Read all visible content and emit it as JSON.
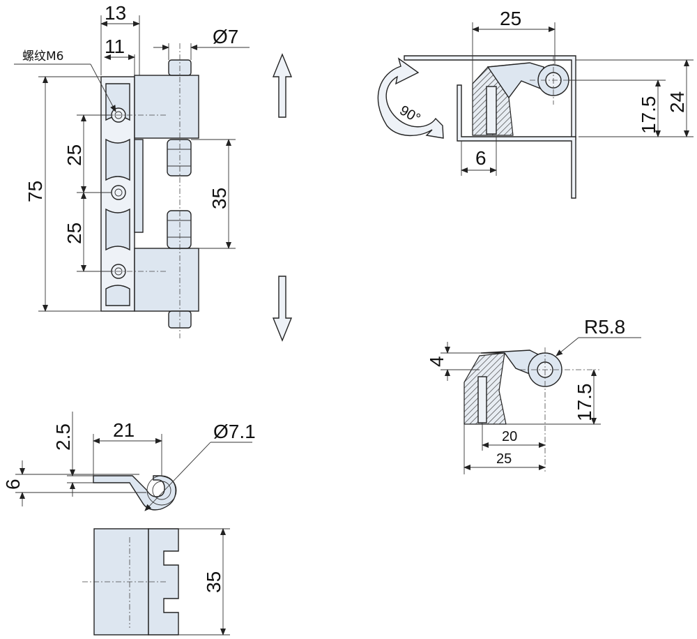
{
  "front_view": {
    "thread_note": "螺纹M6",
    "dim_13": "13",
    "dim_11": "11",
    "dim_dia7": "Ø7",
    "dim_75": "75",
    "dim_25_upper": "25",
    "dim_25_lower": "25",
    "dim_35": "35"
  },
  "top_right_view": {
    "dim_25": "25",
    "dim_24": "24",
    "dim_17_5": "17.5",
    "dim_6": "6",
    "rotation_label": "90°"
  },
  "mid_right_view": {
    "dim_r5_8": "R5.8",
    "dim_4": "4",
    "dim_17_5": "17.5",
    "dim_20": "20",
    "dim_25": "25"
  },
  "bottom_left_view": {
    "dim_2_5": "2.5",
    "dim_21": "21",
    "dim_dia7_1": "Ø7.1",
    "dim_6": "6"
  },
  "bottom_view": {
    "dim_35": "35"
  }
}
